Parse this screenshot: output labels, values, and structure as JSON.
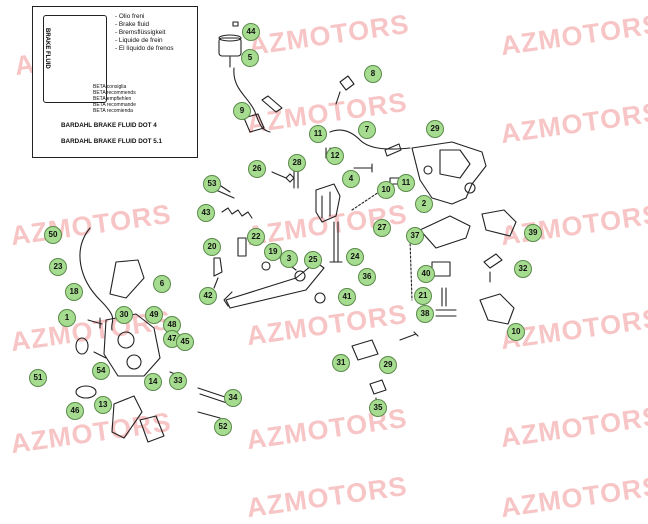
{
  "watermark": "AZMOTORS",
  "fluid_box": {
    "can_label": "BRAKE FLUID",
    "lines": [
      "- Olio freni",
      "- Brake fluid",
      "- Bremsflüssigkeit",
      "- Liquide de frein",
      "- El líquido de frenos"
    ],
    "beta_lines": [
      "BETA consiglia",
      "BETA recommends",
      "BETA empfiehlen",
      "BETA recommande",
      "BETA recomienda"
    ],
    "product_1": "BARDAHL BRAKE FLUID DOT 4",
    "product_2": "BARDAHL BRAKE FLUID DOT 5.1"
  },
  "colors": {
    "callout_fill": "#a6dc8f",
    "watermark": "#e54b4b",
    "line": "#222222"
  },
  "callouts": [
    "44",
    "5",
    "8",
    "9",
    "7",
    "29",
    "11",
    "12",
    "4",
    "26",
    "28",
    "10",
    "11",
    "53",
    "2",
    "43",
    "27",
    "48",
    "50",
    "23",
    "22",
    "19",
    "20",
    "3",
    "25",
    "24",
    "36",
    "39",
    "37",
    "32",
    "6",
    "18",
    "42",
    "40",
    "21",
    "41",
    "38",
    "10",
    "1",
    "49",
    "30",
    "47",
    "45",
    "31",
    "29",
    "51",
    "54",
    "14",
    "33",
    "34",
    "46",
    "13",
    "35",
    "52"
  ]
}
